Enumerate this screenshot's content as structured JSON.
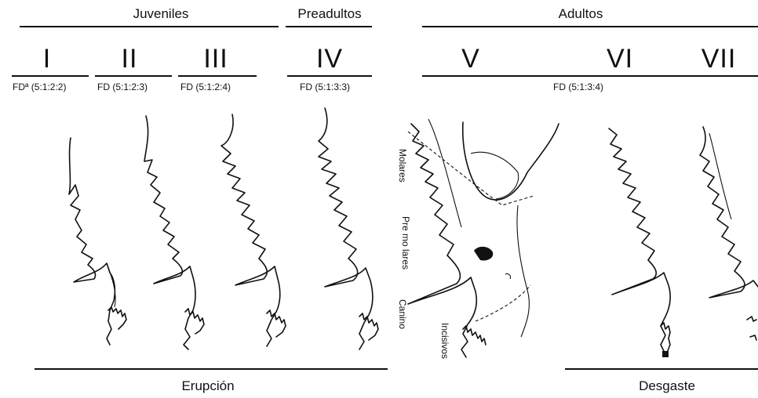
{
  "groups": {
    "juveniles": "Juveniles",
    "preadultos": "Preadultos",
    "adultos": "Adultos"
  },
  "stages": [
    "I",
    "II",
    "III",
    "IV",
    "V",
    "VI",
    "VII"
  ],
  "formulas": {
    "f1": "FDª (5:1:2:2)",
    "f2": "FD (5:1:2:3)",
    "f3": "FD (5:1:2:4)",
    "f4": "FD (5:1:3:3)",
    "f5": "FD (5:1:3:4)"
  },
  "tooth_labels": {
    "molares": "Molares",
    "premolares": "Pre mo lares",
    "canino": "Canino",
    "incisivos": "Incisivos"
  },
  "bottom": {
    "erupcion": "Erupción",
    "desgaste": "Desgaste"
  }
}
